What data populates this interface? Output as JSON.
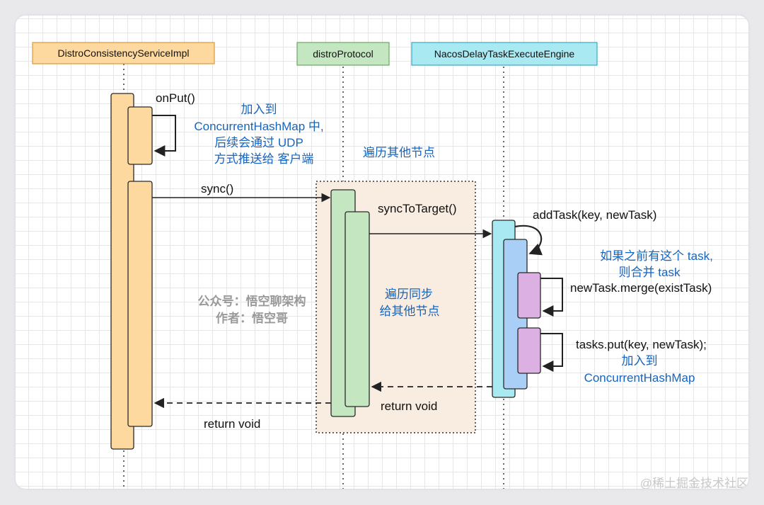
{
  "participants": {
    "consistency_service": "DistroConsistencyServiceImpl",
    "distro_protocol": "distroProtocol",
    "delay_engine": "NacosDelayTaskExecuteEngine"
  },
  "messages": {
    "on_put": "onPut()",
    "sync": "sync()",
    "sync_to_target": "syncToTarget()",
    "add_task": "addTask(key, newTask)",
    "merge": "newTask.merge(existTask)",
    "tasks_put": "tasks.put(key, newTask);",
    "return_void_1": "return void",
    "return_void_2": "return void"
  },
  "notes": {
    "put_note": [
      "加入到",
      "ConcurrentHashMap 中,",
      "后续会通过 UDP",
      "方式推送给 客户端"
    ],
    "loop_label": "遍历其他节点",
    "loop_inner": [
      "遍历同步",
      "给其他节点"
    ],
    "merge_note": [
      "如果之前有这个 task,",
      "则合并 task"
    ],
    "put_map_note": [
      "加入到",
      "ConcurrentHashMap"
    ]
  },
  "credit": [
    "公众号：悟空聊架构",
    "作者：悟空哥"
  ],
  "watermark": "@稀土掘金技术社区",
  "colors": {
    "consistency_fill": "#fdd9a0",
    "consistency_stroke": "#d89a3a",
    "protocol_fill": "#c4e6c0",
    "protocol_stroke": "#6aa865",
    "engine_fill": "#a8e9f2",
    "engine_stroke": "#3aa9c0",
    "inner_engine_fill": "#a9cff7",
    "merge_fill": "#dcb0e3",
    "loop_fill": "#f8ede0",
    "note_blue": "#1565c0"
  }
}
